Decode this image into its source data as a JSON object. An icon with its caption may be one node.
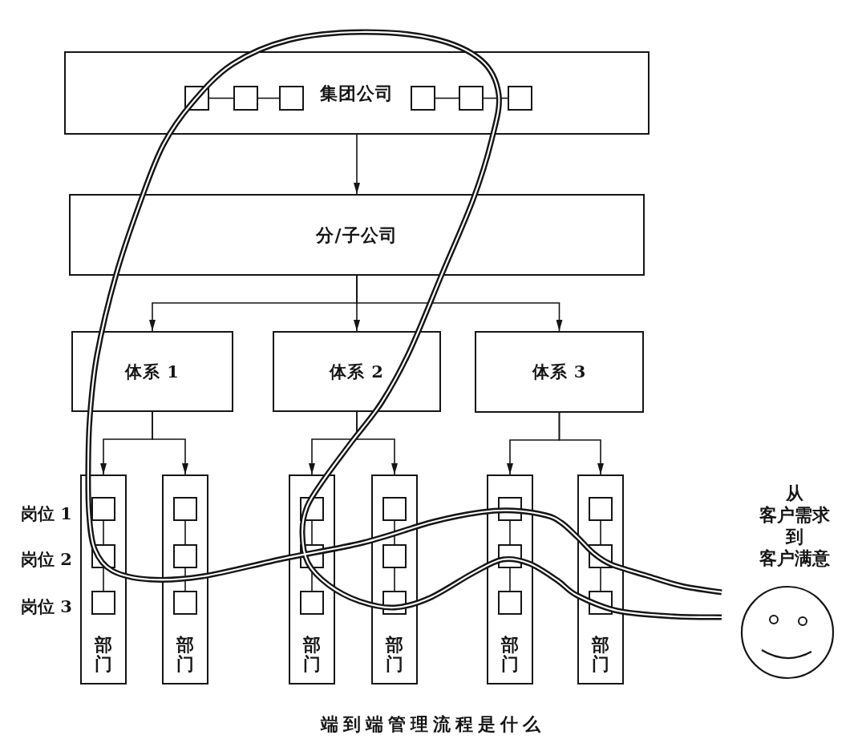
{
  "diagram": {
    "caption": "端到端管理流程是什么",
    "nodes": [
      {
        "text": [
          "集团公司"
        ]
      },
      {
        "text": [],
        "shape": "box",
        "in": 0
      },
      {
        "text": [],
        "shape": "box",
        "in": 0
      },
      {
        "text": [],
        "shape": "box",
        "in": 0
      },
      {
        "text": [],
        "shape": "box",
        "in": 0
      },
      {
        "text": [],
        "shape": "box",
        "in": 0
      },
      {
        "text": [],
        "shape": "box",
        "in": 0
      },
      {
        "text": [
          "分/子公司"
        ]
      },
      {
        "text": [
          "体系 1"
        ]
      },
      {
        "text": [
          "体系 2"
        ]
      },
      {
        "text": [
          "体系 3"
        ]
      },
      {
        "text": [
          "部门"
        ]
      },
      {
        "text": [],
        "shape": "box",
        "in": 11
      },
      {
        "text": [],
        "shape": "box",
        "in": 11
      },
      {
        "text": [],
        "shape": "box",
        "in": 11
      },
      {
        "text": [
          "部门"
        ]
      },
      {
        "text": [],
        "shape": "box",
        "in": 15
      },
      {
        "text": [],
        "shape": "box",
        "in": 15
      },
      {
        "text": [],
        "shape": "box",
        "in": 15
      },
      {
        "text": [
          "部门"
        ]
      },
      {
        "text": [],
        "shape": "box",
        "in": 19
      },
      {
        "text": [],
        "shape": "box",
        "in": 19
      },
      {
        "text": [],
        "shape": "box",
        "in": 19
      },
      {
        "text": [
          "部门"
        ]
      },
      {
        "text": [],
        "shape": "box",
        "in": 23
      },
      {
        "text": [],
        "shape": "box",
        "in": 23
      },
      {
        "text": [],
        "shape": "box",
        "in": 23
      },
      {
        "text": [
          "部门"
        ]
      },
      {
        "text": [],
        "shape": "box",
        "in": 27
      },
      {
        "text": [],
        "shape": "box",
        "in": 27
      },
      {
        "text": [],
        "shape": "box",
        "in": 27
      },
      {
        "text": [
          "部门"
        ]
      },
      {
        "text": [],
        "shape": "box",
        "in": 31
      },
      {
        "text": [],
        "shape": "box",
        "in": 31
      },
      {
        "text": [],
        "shape": "box",
        "in": 31
      }
    ],
    "edges": [
      {
        "from": 0,
        "to": 7,
        "arrow": "to"
      },
      {
        "from": 7,
        "to": 8,
        "arrow": "to"
      },
      {
        "from": 7,
        "to": 9,
        "arrow": "to"
      },
      {
        "from": 7,
        "to": 10,
        "arrow": "to"
      },
      {
        "from": 8,
        "to": 11,
        "arrow": "to"
      },
      {
        "from": 8,
        "to": 15,
        "arrow": "to"
      },
      {
        "from": 9,
        "to": 19,
        "arrow": "to"
      },
      {
        "from": 9,
        "to": 23,
        "arrow": "to"
      },
      {
        "from": 10,
        "to": 27,
        "arrow": "to"
      },
      {
        "from": 10,
        "to": 31,
        "arrow": "to"
      },
      {
        "from": 1,
        "to": 2,
        "arrow": "none"
      },
      {
        "from": 2,
        "to": 3,
        "arrow": "none"
      },
      {
        "from": 4,
        "to": 5,
        "arrow": "none"
      },
      {
        "from": 5,
        "to": 6,
        "arrow": "none"
      },
      {
        "from": 12,
        "to": 13,
        "arrow": "none"
      },
      {
        "from": 13,
        "to": 14,
        "arrow": "none"
      },
      {
        "from": 16,
        "to": 17,
        "arrow": "none"
      },
      {
        "from": 17,
        "to": 18,
        "arrow": "none"
      },
      {
        "from": 20,
        "to": 21,
        "arrow": "none"
      },
      {
        "from": 21,
        "to": 22,
        "arrow": "none"
      },
      {
        "from": 24,
        "to": 25,
        "arrow": "none"
      },
      {
        "from": 25,
        "to": 26,
        "arrow": "none"
      },
      {
        "from": 28,
        "to": 29,
        "arrow": "none"
      },
      {
        "from": 29,
        "to": 30,
        "arrow": "none"
      },
      {
        "from": 32,
        "to": 33,
        "arrow": "none"
      },
      {
        "from": 33,
        "to": 34,
        "arrow": "none"
      }
    ],
    "labels": [
      "岗位 1",
      "岗位 2",
      "岗位 3",
      "从客户需求到客户满意"
    ]
  }
}
